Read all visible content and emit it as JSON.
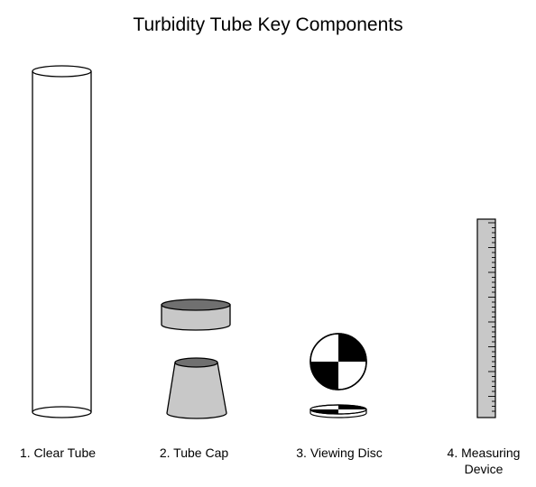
{
  "title": "Turbidity Tube Key Components",
  "components": [
    {
      "label": "1. Clear Tube"
    },
    {
      "label": "2. Tube Cap"
    },
    {
      "label": "3. Viewing Disc"
    },
    {
      "label_line1": "4. Measuring",
      "label_line2": "Device"
    }
  ],
  "colors": {
    "outline": "#000000",
    "cap_fill": "#c8c8c8",
    "cap_top_fill": "#707070",
    "ruler_fill": "#c8c8c8",
    "disc_dark": "#000000",
    "disc_light": "#ffffff"
  }
}
